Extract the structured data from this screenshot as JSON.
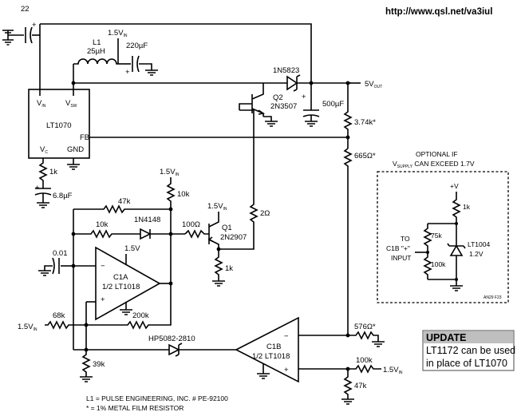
{
  "url": "http://www.qsl.net/va3iul",
  "labels": {
    "c_in": "22",
    "supply_top": "1.5V",
    "supply_top_sub": "IN",
    "l1": "L1",
    "l1_val": "25µH",
    "c_220": "220µF",
    "diode_1n5823": "1N5823",
    "vout": "5V",
    "vout_sub": "OUT",
    "c_500": "500µF",
    "q2": "Q2",
    "q2_part": "2N3507",
    "r_374": "3.74k*",
    "r_665": "665Ω*",
    "ic_vin": "V",
    "ic_vin_sub": "IN",
    "ic_vsw": "V",
    "ic_vsw_sub": "SW",
    "ic_name": "LT1070",
    "ic_fb": "FB",
    "ic_vc": "V",
    "ic_vc_sub": "C",
    "ic_gnd": "GND",
    "r_1k_vc": "1k",
    "c_68": "6.8µF",
    "supply_mid": "1.5V",
    "supply_mid_sub": "IN",
    "r_10k_top": "10k",
    "r_47k": "47k",
    "r_10k": "10k",
    "d_1n4148": "1N4148",
    "r_100": "100Ω",
    "supply_q1": "1.5V",
    "supply_q1_sub": "IN",
    "q1": "Q1",
    "q1_part": "2N2907",
    "r_2ohm": "2Ω",
    "c_001": "0.01",
    "opamp_vdd": "1.5V",
    "c1a": "C1A",
    "c1a_part": "1/2 LT1018",
    "r_1k_q1": "1k",
    "supply_left": "1.5V",
    "supply_left_sub": "IN",
    "r_68k": "68k",
    "r_200k": "200k",
    "d_hp": "HP5082-2810",
    "r_39k": "39k",
    "c1b": "C1B",
    "c1b_part": "1/2 LT1018",
    "r_576": "576Ω*",
    "r_100k_b": "100k",
    "supply_b": "1.5V",
    "supply_b_sub": "IN",
    "r_47k_b": "47k",
    "note_l1": "L1 = PULSE ENGINEERING, INC. # PE-92100",
    "note_res": "* = 1% METAL FILM RESISTOR",
    "fig_id": "AN29 F23"
  },
  "optional": {
    "title1": "OPTIONAL IF",
    "title2_pre": "V",
    "title2_sub": "SUPPLY",
    "title2_post": " CAN EXCEED 1.7V",
    "plus_v": "+V",
    "r_1k": "1k",
    "r_75k": "75k",
    "r_100k": "100k",
    "to": "TO",
    "c1b_plus": "C1B \"+\"",
    "input": "INPUT",
    "ref_part": "LT1004",
    "ref_v": "1.2V"
  },
  "update": {
    "title": "UPDATE",
    "line1": "LT1172 can be used",
    "line2": "in place of LT1070"
  }
}
